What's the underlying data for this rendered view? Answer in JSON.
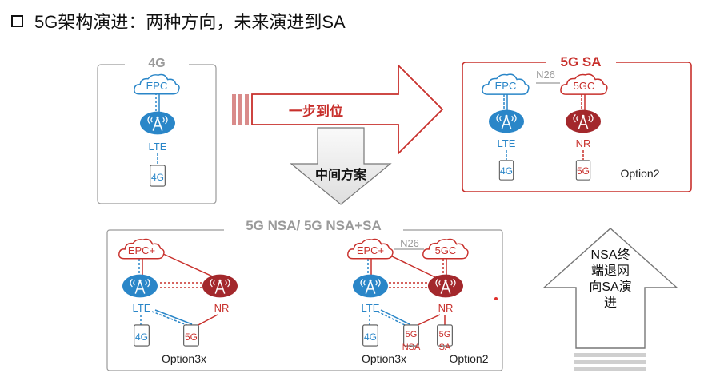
{
  "title": "5G架构演进：两种方向，未来演进到SA",
  "panel_4g": {
    "label": "4G",
    "core": "EPC",
    "ran": "LTE",
    "ue": "4G"
  },
  "arrow_direct": {
    "label": "一步到位"
  },
  "arrow_middle": {
    "label": "中间方案"
  },
  "panel_sa": {
    "label": "5G SA",
    "core_lte": "EPC",
    "interface": "N26",
    "core_nr": "5GC",
    "ran_lte": "LTE",
    "ran_nr": "NR",
    "ue_lte": "4G",
    "ue_nr": "5G",
    "option": "Option2"
  },
  "panel_nsa": {
    "label": "5G NSA/ 5G NSA+SA",
    "left": {
      "core": "EPC+",
      "ran_lte": "LTE",
      "ran_nr": "NR",
      "ue_lte": "4G",
      "ue_nr": "5G",
      "option": "Option3x"
    },
    "right": {
      "core_lte": "EPC+",
      "interface": "N26",
      "core_nr": "5GC",
      "ran_lte": "LTE",
      "ran_nr": "NR",
      "ue_lte": "4G",
      "ue_nsa": "5G",
      "ue_nsa_tag": "NSA",
      "ue_sa": "5G",
      "ue_sa_tag": "SA",
      "option_a": "Option3x",
      "option_b": "Option2"
    }
  },
  "arrow_up": {
    "lines": [
      "NSA终",
      "端退网",
      "向SA演",
      "进"
    ]
  },
  "colors": {
    "blue": "#2a86c8",
    "red": "#c8302c",
    "dark_red": "#a3282c",
    "gray": "#b0b0b0"
  }
}
